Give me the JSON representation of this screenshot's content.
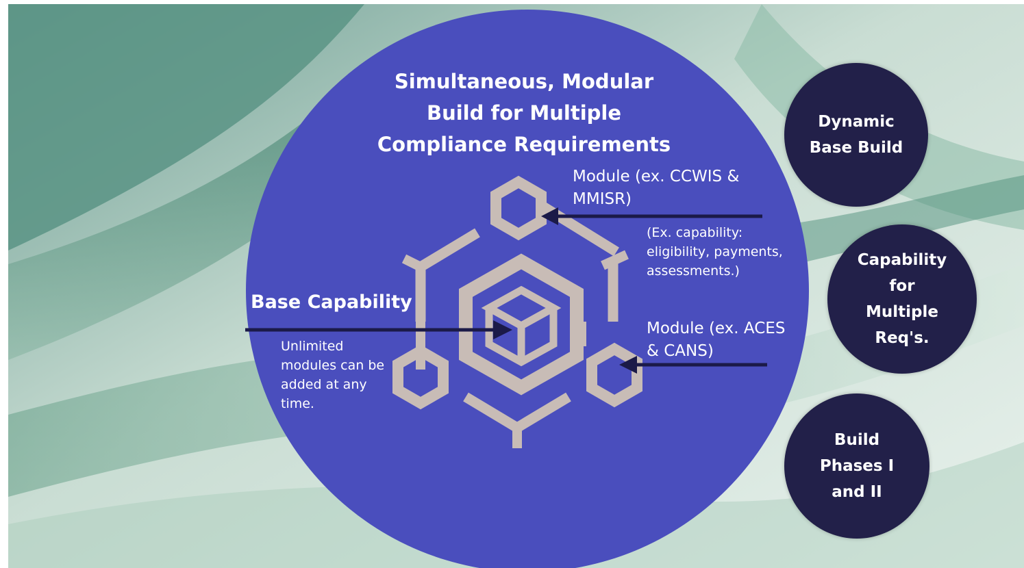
{
  "title_lines": [
    "Simultaneous, Modular",
    "Build for Multiple",
    "Compliance Requirements"
  ],
  "module_1": {
    "label_lines": [
      "Module (ex. CCWIS &",
      "MMISR)"
    ]
  },
  "module_1_example": {
    "lines": [
      "(Ex. capability:",
      "eligibility, payments,",
      "assessments.)"
    ]
  },
  "module_2": {
    "label_lines": [
      "Module (ex. ACES",
      "& CANS)"
    ]
  },
  "base": {
    "label": "Base Capability",
    "sub_lines": [
      "Unlimited",
      "modules can be",
      "added at any",
      "time."
    ]
  },
  "side_circles": [
    {
      "lines": [
        "Dynamic",
        "Base Build"
      ]
    },
    {
      "lines": [
        "Capability",
        "for",
        "Multiple",
        "Req's."
      ]
    },
    {
      "lines": [
        "Build",
        "Phases I",
        "and II"
      ]
    }
  ],
  "colors": {
    "main_circle": "#4a4ebd",
    "side_circle": "#222049",
    "icon": "#c8bcb6",
    "arrow": "#1b1a48",
    "background_green": "#4f8f7c"
  }
}
